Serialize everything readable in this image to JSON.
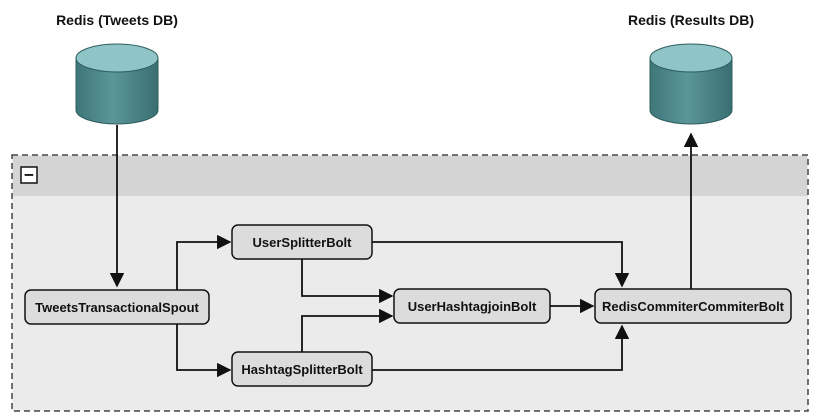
{
  "databases": {
    "tweets_db": {
      "label": "Redis (Tweets DB)"
    },
    "results_db": {
      "label": "Redis (Results DB)"
    }
  },
  "topology": {
    "collapse_symbol": "−"
  },
  "nodes": {
    "spout": {
      "label": "TweetsTransactionalSpout"
    },
    "user_splitter": {
      "label": "UserSplitterBolt"
    },
    "hashtag_splitter": {
      "label": "HashtagSplitterBolt"
    },
    "join": {
      "label": "UserHashtagjoinBolt"
    },
    "committer": {
      "label": "RedisCommiterCommiterBolt"
    }
  },
  "colors": {
    "db_top": "#8fc5c6",
    "db_body": "#4e8a8c",
    "node_fill": "#dcdcdc",
    "container_fill": "#ebebeb",
    "container_header": "#d4d4d4",
    "line": "#111111"
  }
}
